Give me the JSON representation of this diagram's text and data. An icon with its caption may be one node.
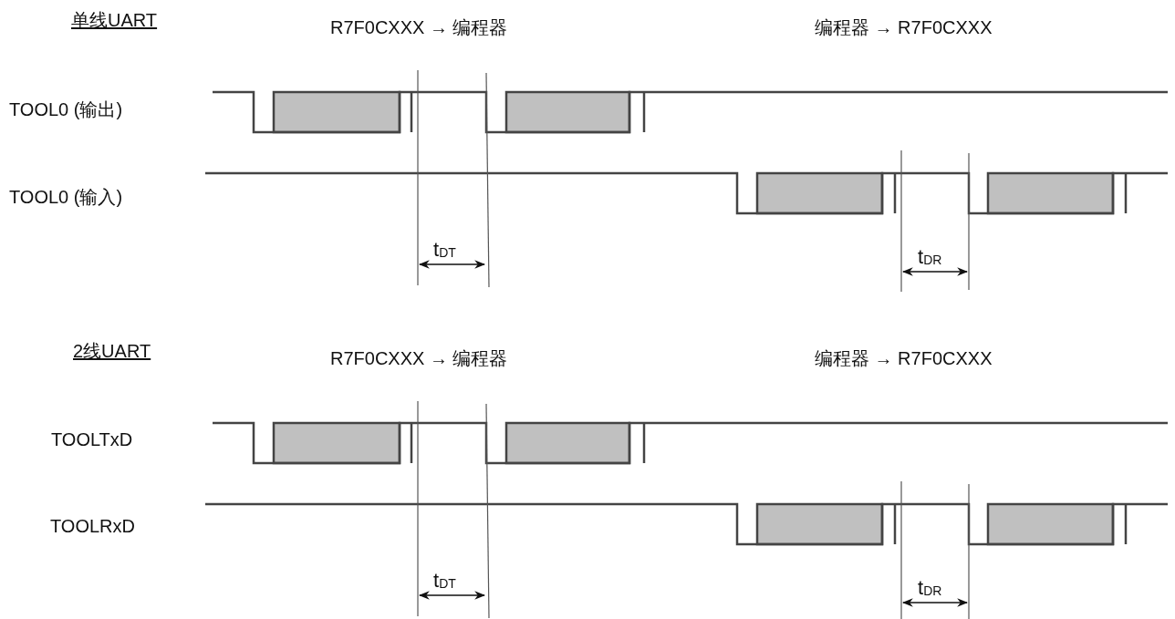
{
  "diagram": {
    "labels": [
      "单线UART",
      "R7F0CXXX → 编程器",
      "编程器 → R7F0CXXX",
      "TOOL0 (输出)",
      "TOOL0 (输入)",
      "t$_{DT}$",
      "t$_{DR}$",
      "2线UART",
      "R7F0CXXX → 编程器",
      "编程器 → R7F0CXXX",
      "TOOLTxD",
      "TOOLRxD",
      "t$_{DT}$",
      "t$_{DR}$"
    ]
  }
}
